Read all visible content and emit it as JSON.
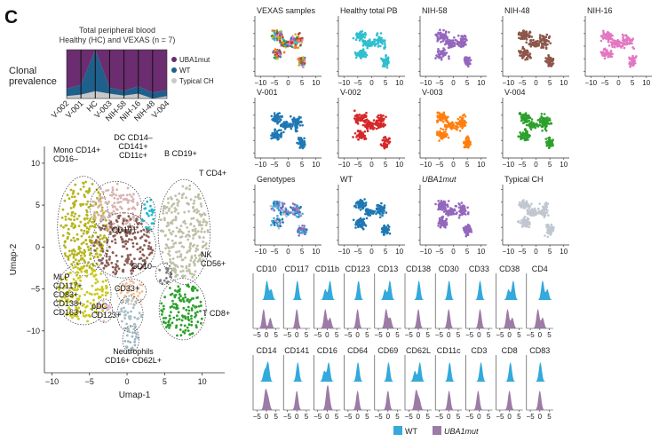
{
  "panel_letter": "C",
  "colors": {
    "uba1": "#6B2D6F",
    "wt": "#1F5F8B",
    "typical": "#C8C8C8",
    "wt_ridge": "#33A9DC",
    "uba1_ridge": "#9C7BA6"
  },
  "chart_data": [
    {
      "type": "area",
      "id": "clonal-prevalence",
      "title": "Total peripheral blood\nHealthy (HC) and VEXAS (n = 7)",
      "ylabel": "Clonal\nprevalence",
      "categories": [
        "V-002",
        "V-001",
        "HC",
        "V-003",
        "NIH-58",
        "NIH-16",
        "NIH-48",
        "V-004"
      ],
      "series": [
        {
          "name": "UBA1mut",
          "values": [
            0.8,
            0.72,
            0.0,
            0.78,
            0.84,
            0.75,
            0.88,
            0.83
          ]
        },
        {
          "name": "WT",
          "values": [
            0.15,
            0.2,
            0.85,
            0.12,
            0.1,
            0.15,
            0.12,
            0.12
          ]
        },
        {
          "name": "Typical CH",
          "values": [
            0.05,
            0.08,
            0.15,
            0.1,
            0.06,
            0.1,
            0.0,
            0.05
          ]
        }
      ],
      "legend": [
        "UBA1mut",
        "WT",
        "Typical CH"
      ],
      "legend_position": "right"
    },
    {
      "type": "scatter",
      "id": "umap-main",
      "xlabel": "Umap-1",
      "ylabel": "Umap-2",
      "xlim": [
        -11,
        13
      ],
      "ylim": [
        -15,
        12
      ],
      "xticks": [
        -10,
        -5,
        0,
        5,
        10
      ],
      "yticks": [
        -10,
        -5,
        0,
        5,
        10
      ],
      "clusters": [
        {
          "label": "Mono CD14+\nCD16–",
          "color": "#B5B51F",
          "cx": -5.8,
          "cy": 2.5,
          "rx": 3.2,
          "ry": 5.5
        },
        {
          "label": "DC CD14–\nCD141+\nCD11c+",
          "color": "#D7B3B1",
          "cx": -1.5,
          "cy": 4.8,
          "rx": 3.2,
          "ry": 2.8
        },
        {
          "label": "B CD19+",
          "color": "#22BCD0",
          "cx": 2.8,
          "cy": 3.8,
          "rx": 0.9,
          "ry": 2.0
        },
        {
          "label": "T CD4+",
          "color": "#BFBFA8",
          "cx": 7.6,
          "cy": 1.8,
          "rx": 3.2,
          "ry": 5.8
        },
        {
          "label": "CD10+",
          "color": "#8B5E57",
          "cx": -0.5,
          "cy": 0.2,
          "rx": 4.0,
          "ry": 3.6
        },
        {
          "label": "NK\nCD56+",
          "color": "#7F7F7F",
          "cx": 4.9,
          "cy": -3.2,
          "rx": 1.0,
          "ry": 1.2
        },
        {
          "label": "CD10–",
          "color": "#EEC09A",
          "cx": 0.6,
          "cy": -5.3,
          "rx": 1.8,
          "ry": 1.4
        },
        {
          "label": "CD33+",
          "color": "#A8BEC7",
          "cx": 0.4,
          "cy": -8.0,
          "rx": 1.6,
          "ry": 2.0
        },
        {
          "label": "T CD8+",
          "color": "#2CA02C",
          "cx": 7.4,
          "cy": -7.4,
          "rx": 2.9,
          "ry": 3.4
        },
        {
          "label": "MLP\nCD117+\nCD83+\nCD138+\nCD163+",
          "color": "#C9C917",
          "cx": -5.8,
          "cy": -5.6,
          "rx": 3.4,
          "ry": 3.4
        },
        {
          "label": "pDC\nCD123+",
          "color": "#E6B8CF",
          "cx": -3.0,
          "cy": -7.6,
          "rx": 1.0,
          "ry": 1.3
        },
        {
          "label": "Neutrophils\nCD16+ CD62L+",
          "color": "#9DB7C0",
          "cx": 0.5,
          "cy": -11.0,
          "rx": 1.0,
          "ry": 1.5
        }
      ]
    },
    {
      "type": "scatter",
      "id": "umap-grid",
      "xticks": [
        -10,
        -5,
        0,
        5,
        10
      ],
      "yticks": [
        -10,
        -5,
        0,
        5,
        10
      ],
      "panels": [
        {
          "label": "VEXAS samples",
          "color": "mixed",
          "labelled": true
        },
        {
          "label": "Healthy total PB",
          "color": "#2FBFCF",
          "labelled": true
        },
        {
          "label": "NIH-58",
          "color": "#9467BD",
          "labelled": true
        },
        {
          "label": "NIH-48",
          "color": "#8C564B",
          "labelled": true
        },
        {
          "label": "NIH-16",
          "color": "#E377C2",
          "labelled": true
        },
        {
          "label": "V-001",
          "color": "#1F77B4",
          "labelled": true
        },
        {
          "label": "V-002",
          "color": "#D62728",
          "labelled": true
        },
        {
          "label": "V-003",
          "color": "#FF7F0E",
          "labelled": true
        },
        {
          "label": "V-004",
          "color": "#2CA02C",
          "labelled": true
        },
        {
          "label": "Genotypes",
          "color": "genotype",
          "labelled": true
        },
        {
          "label": "WT",
          "color": "#1F77B4",
          "labelled": true
        },
        {
          "label": "UBA1mut",
          "color": "#9467BD",
          "labelled": true
        },
        {
          "label": "Typical CH",
          "color": "#C0C7D0",
          "labelled": true
        }
      ]
    },
    {
      "type": "area",
      "id": "ridgelines",
      "xticks": [
        -5,
        0,
        5
      ],
      "series_names": [
        "WT",
        "UBA1mut"
      ],
      "row1": [
        "CD10",
        "CD117",
        "CD11b",
        "CD123",
        "CD13",
        "CD138",
        "CD30",
        "CD33",
        "CD38",
        "CD4"
      ],
      "row2": [
        "CD14",
        "CD141",
        "CD16",
        "CD64",
        "CD69",
        "CD62L",
        "CD11c",
        "CD3",
        "CD8",
        "CD83"
      ],
      "wt_peaks": [
        [
          0.2,
          2.5
        ],
        [
          0.3
        ],
        [
          1.5,
          -1
        ],
        [
          0.5
        ],
        [
          1.0,
          -1.5
        ],
        [
          0.3
        ],
        [
          0.2
        ],
        [
          0.5
        ],
        [
          2.0,
          -0.5
        ],
        [
          1.5,
          4
        ],
        [
          0.8,
          -1
        ],
        [
          0.5
        ],
        [
          0.8,
          -1.5
        ],
        [
          0.2
        ],
        [
          0.3
        ],
        [
          0.8,
          -1.8
        ],
        [
          0.5
        ],
        [
          1.0
        ],
        [
          0.5
        ],
        [
          0.3
        ]
      ],
      "uba1_peaks": [
        [
          -1.5,
          2.0
        ],
        [
          0.0
        ],
        [
          -1.0,
          1.5
        ],
        [
          0.0
        ],
        [
          -1.0,
          1.2
        ],
        [
          0.0
        ],
        [
          0.0
        ],
        [
          0.5
        ],
        [
          -1.0,
          1.5
        ],
        [
          -1.0,
          1.5
        ],
        [
          -0.5,
          1.0
        ],
        [
          0.0
        ],
        [
          0.0,
          1.0
        ],
        [
          0.0
        ],
        [
          0.0
        ],
        [
          -1.2,
          0.5
        ],
        [
          0.2
        ],
        [
          -0.5
        ],
        [
          0.0
        ],
        [
          0.0
        ]
      ]
    }
  ],
  "legend_bottom": [
    "WT",
    "UBA1mut"
  ],
  "umap_main_labels": {
    "x": "Umap-1",
    "y": "Umap-2"
  }
}
